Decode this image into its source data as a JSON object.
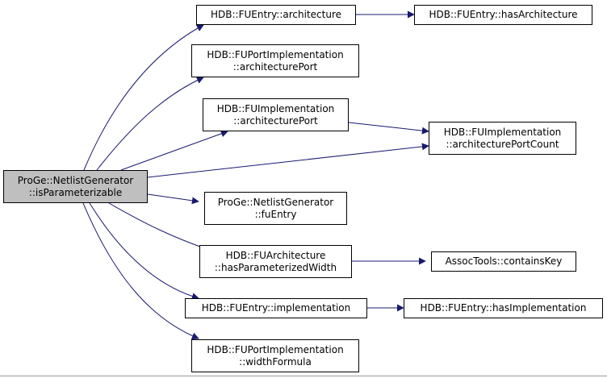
{
  "graph": {
    "edge_color": "#191970",
    "nodes": {
      "root": {
        "line1": "ProGe::NetlistGenerator",
        "line2": "::isParameterizable"
      },
      "fuentry_architecture": {
        "line1": "HDB::FUEntry::architecture"
      },
      "fuentry_hasArchitecture": {
        "line1": "HDB::FUEntry::hasArchitecture"
      },
      "fuportimpl_architecturePort": {
        "line1": "HDB::FUPortImplementation",
        "line2": "::architecturePort"
      },
      "fuimpl_architecturePort": {
        "line1": "HDB::FUImplementation",
        "line2": "::architecturePort"
      },
      "fuimpl_architecturePortCount": {
        "line1": "HDB::FUImplementation",
        "line2": "::architecturePortCount"
      },
      "netlist_fuEntry": {
        "line1": "ProGe::NetlistGenerator",
        "line2": "::fuEntry"
      },
      "fuarch_hasParameterizedWidth": {
        "line1": "HDB::FUArchitecture",
        "line2": "::hasParameterizedWidth"
      },
      "assoctools_containsKey": {
        "line1": "AssocTools::containsKey"
      },
      "fuentry_implementation": {
        "line1": "HDB::FUEntry::implementation"
      },
      "fuentry_hasImplementation": {
        "line1": "HDB::FUEntry::hasImplementation"
      },
      "fuportimpl_widthFormula": {
        "line1": "HDB::FUPortImplementation",
        "line2": "::widthFormula"
      }
    }
  }
}
